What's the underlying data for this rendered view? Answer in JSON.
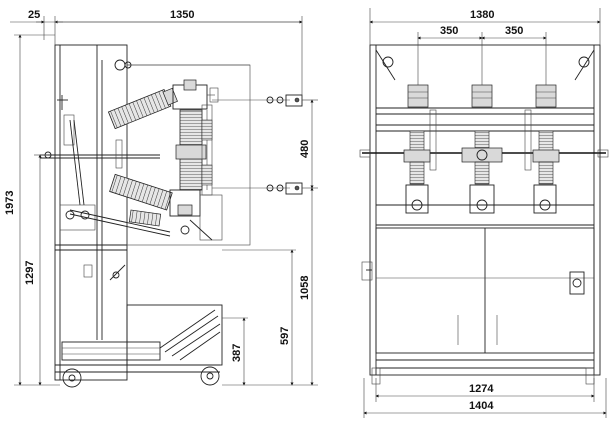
{
  "side_view": {
    "dimensions": {
      "width_total": "1350",
      "offset_left": "25",
      "height_total": "1973",
      "height_1297": "1297",
      "height_1058": "1058",
      "height_597": "597",
      "height_387": "387",
      "spacing_480": "480"
    }
  },
  "front_view": {
    "dimensions": {
      "width_top": "1380",
      "phase_spacing_left": "350",
      "phase_spacing_right": "350",
      "width_inner": "1274",
      "width_bottom": "1404"
    }
  }
}
